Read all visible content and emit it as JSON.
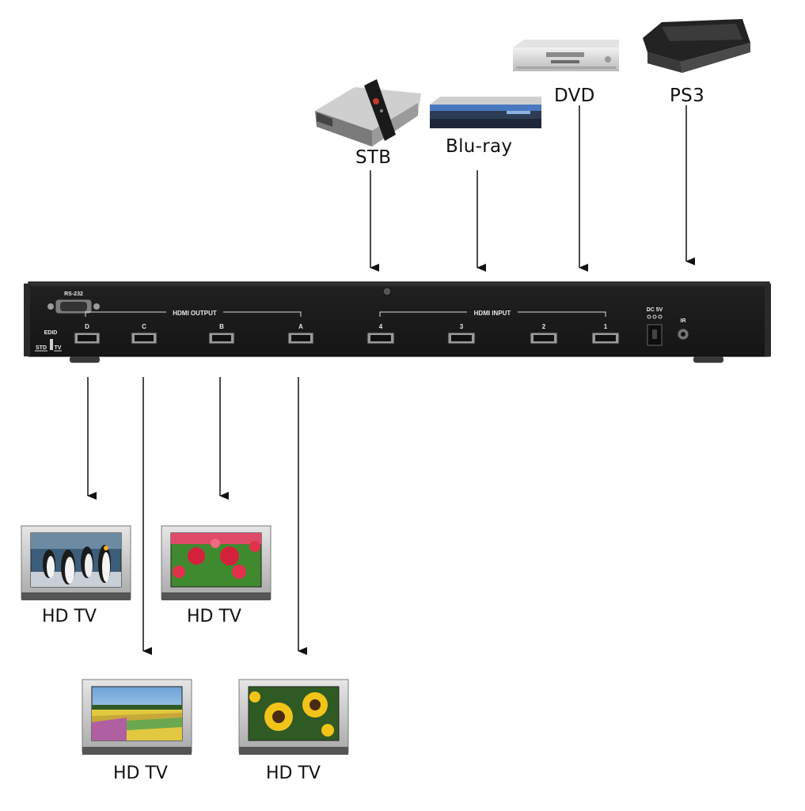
{
  "sources": [
    {
      "id": "stb",
      "label": "STB",
      "icon": "set-top-box-icon"
    },
    {
      "id": "bluray",
      "label": "Blu-ray",
      "icon": "bluray-player-icon"
    },
    {
      "id": "dvd",
      "label": "DVD",
      "icon": "dvd-player-icon"
    },
    {
      "id": "ps3",
      "label": "PS3",
      "icon": "game-console-icon"
    }
  ],
  "device": {
    "rs232": "RS-232",
    "hdmi_output": "HDMI OUTPUT",
    "hdmi_input": "HDMI INPUT",
    "output_ports": [
      "D",
      "C",
      "B",
      "A"
    ],
    "input_ports": [
      "4",
      "3",
      "2",
      "1"
    ],
    "dc": "DC 5V",
    "ir": "IR",
    "edid": "EDID",
    "std": "STD",
    "tv": "TV"
  },
  "displays": [
    {
      "id": "tv-d",
      "label": "HD TV",
      "scene": "penguins"
    },
    {
      "id": "tv-c",
      "label": "HD TV",
      "scene": "landscape"
    },
    {
      "id": "tv-b",
      "label": "HD TV",
      "scene": "tulips"
    },
    {
      "id": "tv-a",
      "label": "HD TV",
      "scene": "sunflowers"
    }
  ],
  "colors": {
    "panel": "#1c1c1c",
    "panel_text": "#e8e8e8",
    "arrow": "#111111",
    "tv_frame": "#bdbdbd"
  }
}
